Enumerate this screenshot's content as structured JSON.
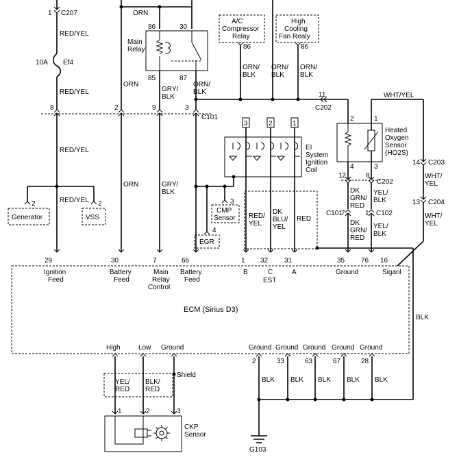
{
  "connectors": {
    "c207": "C207",
    "c101": "C101",
    "c202": "C202",
    "c203": "C203",
    "c204": "C204",
    "c102": "C102"
  },
  "fuse": {
    "rating": "10A",
    "name": "Ef4"
  },
  "wires": {
    "red_yel": "RED/YEL",
    "orn": "ORN",
    "gry": "GRY/",
    "blk": "BLK",
    "orn_slash": "ORN/",
    "wht_yel_top": "WHT/YEL",
    "wht": "WHT/",
    "yel": "YEL",
    "red": "RED",
    "dk": "DK",
    "blu": "BLU/",
    "grn": "GRN/",
    "red2": "RED",
    "yel_slash": "YEL/",
    "blk_slash": "BLK/",
    "red_slash": "RED/",
    "yel_slash2": "YEL/"
  },
  "components": {
    "main_relay": [
      "Main",
      "Relay"
    ],
    "ac_relay": [
      "A/C",
      "Compressor",
      "Relay"
    ],
    "fan_relay": [
      "High",
      "Cooling",
      "Fan Realy"
    ],
    "ho2s": [
      "Heated",
      "Oxygen",
      "Sensor",
      "(HO2S)"
    ],
    "ignition_coil": [
      "EI",
      "System",
      "Ignition",
      "Coil"
    ],
    "generator": "Generator",
    "vss": "VSS",
    "cmp": [
      "CMP",
      "Sensor"
    ],
    "egr": "EGR",
    "ckp": [
      "CKP",
      "Sensor"
    ],
    "ecm": "ECM (Sirius D3)",
    "shield": "Shield",
    "ground": "G103"
  },
  "pins": {
    "p1": "1",
    "p2": "2",
    "p3": "3",
    "p4": "4",
    "p7": "7",
    "p8": "8",
    "p9": "9",
    "p11": "11",
    "p12": "12",
    "p13": "13",
    "p14": "14",
    "p16": "16",
    "p29": "29",
    "p30": "30",
    "p66": "66",
    "p32": "32",
    "p31": "31",
    "p35": "35",
    "p76": "76",
    "p33": "33",
    "p63": "63",
    "p67": "67",
    "p28": "28",
    "p85": "85",
    "p86": "86",
    "p87": "87"
  },
  "ecm_pins": {
    "ignition": [
      "Ignition",
      "Feed"
    ],
    "battery": [
      "Battery",
      "Feed"
    ],
    "main_relay_ctl": [
      "Main",
      "Relay",
      "Control"
    ],
    "battery2": [
      "Battery",
      "Feed"
    ],
    "b": "B",
    "c": "C",
    "a": "A",
    "est": "EST",
    "ground": "Ground",
    "signal": "Siganl",
    "high": "High",
    "low": "Low",
    "ground2": "Ground"
  }
}
